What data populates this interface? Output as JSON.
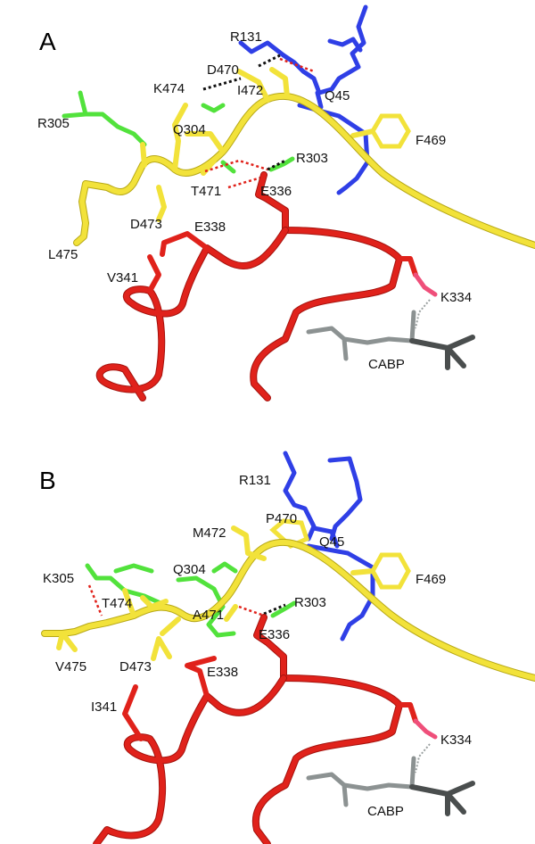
{
  "figure": {
    "panel_a": {
      "letter": "A",
      "labels": {
        "r131": "R131",
        "d470": "D470",
        "k474": "K474",
        "i472": "I472",
        "q45": "Q45",
        "r305": "R305",
        "q304": "Q304",
        "f469": "F469",
        "r303": "R303",
        "t471": "T471",
        "e336": "E336",
        "d473": "D473",
        "e338": "E338",
        "l475": "L475",
        "v341": "V341",
        "k334": "K334",
        "cabp": "CABP"
      }
    },
    "panel_b": {
      "letter": "B",
      "labels": {
        "r131": "R131",
        "m472": "M472",
        "p470": "P470",
        "q45": "Q45",
        "k305": "K305",
        "q304": "Q304",
        "f469": "F469",
        "t474": "T474",
        "r303": "R303",
        "a471": "A471",
        "e336": "E336",
        "v475": "V475",
        "d473": "D473",
        "e338": "E338",
        "i341": "I341",
        "k334": "K334",
        "cabp": "CABP"
      }
    },
    "colors": {
      "loop6_yellow": "#f2e23a",
      "chain_red": "#e0221b",
      "blue_chain": "#2f3fe6",
      "green_residues": "#52e23c",
      "cabp_gray": "#8c9292",
      "k334_pink": "#ef4f7a"
    }
  }
}
